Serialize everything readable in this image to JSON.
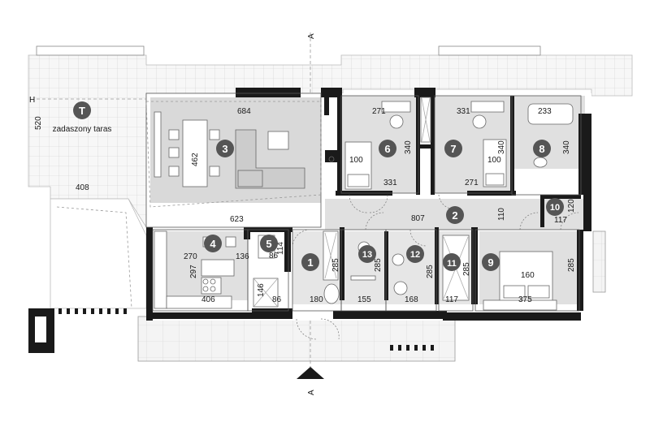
{
  "terrace": {
    "badge": "T",
    "label": "zadaszony taras"
  },
  "section_mark": "A",
  "side_mark": "H",
  "rooms": [
    "1",
    "2",
    "3",
    "4",
    "5",
    "6",
    "7",
    "8",
    "9",
    "10",
    "11",
    "12",
    "13"
  ],
  "dimensions": {
    "terrace_height": "520",
    "terrace_width": "408",
    "living_width": "684",
    "living_depth": "462",
    "living_bottom": "623",
    "kitchen_width": "270",
    "kitchen_depth": "297",
    "kitchen_island": "136",
    "kitchen_bottom": "406",
    "room5_a": "86",
    "room5_b": "114",
    "room5_c": "146",
    "room5_d": "86",
    "hall_height": "285",
    "hall_width": "180",
    "room13_height": "285",
    "room13_width": "155",
    "room12_height": "285",
    "room12_width": "168",
    "room11_height": "285",
    "room11_width": "117",
    "room9_bed": "160",
    "room9_height": "285",
    "room9_width": "375",
    "corridor_width": "807",
    "corridor_depth": "110",
    "room10_w": "117",
    "room10_h": "120",
    "room6_width": "271",
    "room6_height": "340",
    "room6_bed": "100",
    "room6_bottom": "331",
    "room7_width": "331",
    "room7_height": "340",
    "room7_bed": "100",
    "room7_bottom": "271",
    "room8_width": "233",
    "room8_height": "340"
  }
}
